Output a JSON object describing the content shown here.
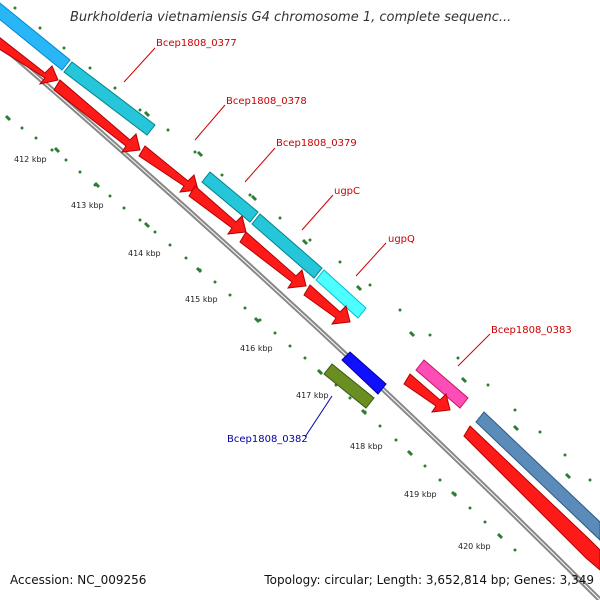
{
  "title": "Burkholderia vietnamiensis G4 chromosome 1, complete sequenc...",
  "footer": {
    "accession": "Accession: NC_009256",
    "summary": "Topology: circular; Length: 3,652,814 bp; Genes: 3,349"
  },
  "colors": {
    "label_top": "#cc0000",
    "label_bottom": "#0000aa",
    "cds": "#ff0000",
    "backbone": "#777777",
    "tick": "#007700"
  },
  "scale_labels": [
    "412 kbp",
    "413 kbp",
    "414 kbp",
    "415 kbp",
    "416 kbp",
    "417 kbp",
    "418 kbp",
    "419 kbp",
    "420 kbp"
  ],
  "genes": [
    {
      "label": "Bcep1808_0377"
    },
    {
      "label": "Bcep1808_0378"
    },
    {
      "label": "Bcep1808_0379"
    },
    {
      "label": "ugpC"
    },
    {
      "label": "ugpQ"
    },
    {
      "label": "Bcep1808_0383"
    },
    {
      "label": "Bcep1808_0382"
    }
  ]
}
